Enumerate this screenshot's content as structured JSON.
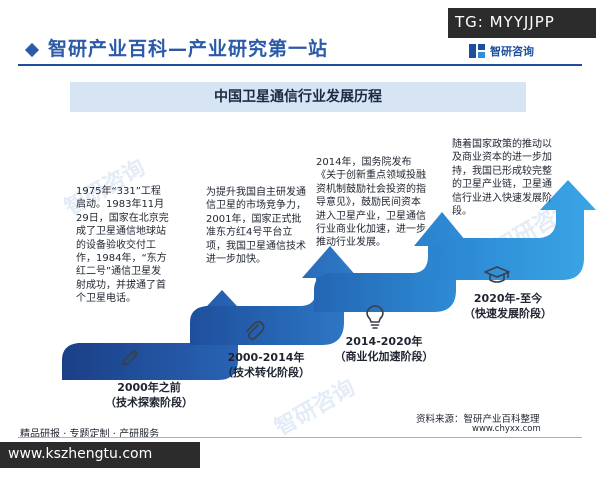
{
  "header": {
    "title": "智研产业百科—产业研究第一站",
    "logo_text": "智研咨询"
  },
  "overlay_tag": "TG: MYYJJPP",
  "title_banner": "中国卫星通信行业发展历程",
  "stages": [
    {
      "description": "1975年“331”工程启动。1983年11月29日，国家在北京完成了卫星通信地球站的设备验收交付工作，1984年，“东方红二号”通信卫星发射成功，并拔通了首个卫星电话。",
      "period": "2000年之前",
      "phase": "（技术探索阶段）",
      "icon": "pencil-icon"
    },
    {
      "description": "为提升我国自主研发通信卫星的市场竞争力，2001年，国家正式批准东方红4号平台立项，我国卫星通信技术进一步加快。",
      "period": "2000-2014年",
      "phase": "（技术转化阶段）",
      "icon": "paperclip-icon"
    },
    {
      "description": "2014年，国务院发布《关于创新重点领域投融资机制鼓励社会投资的指导意见》，鼓励民间资本进入卫星产业，卫星通信行业商业化加速，进一步推动行业发展。",
      "period": "2014-2020年",
      "phase": "（商业化加速阶段）",
      "icon": "lightbulb-icon"
    },
    {
      "description": "随着国家政策的推动以及商业资本的进一步加持，我国已形成较完整的卫星产业链，卫星通信行业进入快速发展阶段。",
      "period": "2020年-至今",
      "phase": "（快速发展阶段）",
      "icon": "graduation-cap-icon"
    }
  ],
  "watermark": "智研咨询",
  "footer": {
    "source": "资料来源：智研产业百科整理",
    "url": "www.chyxx.com",
    "tagline": "精品研报 · 专题定制 · 产研服务"
  },
  "site_overlay": "www.kszhengtu.com",
  "colors": {
    "arrow_dark": "#1d4f9e",
    "arrow_light": "#2d8fd8",
    "banner_bg": "#d7e4f4",
    "header_blue": "#2a5aa8"
  }
}
